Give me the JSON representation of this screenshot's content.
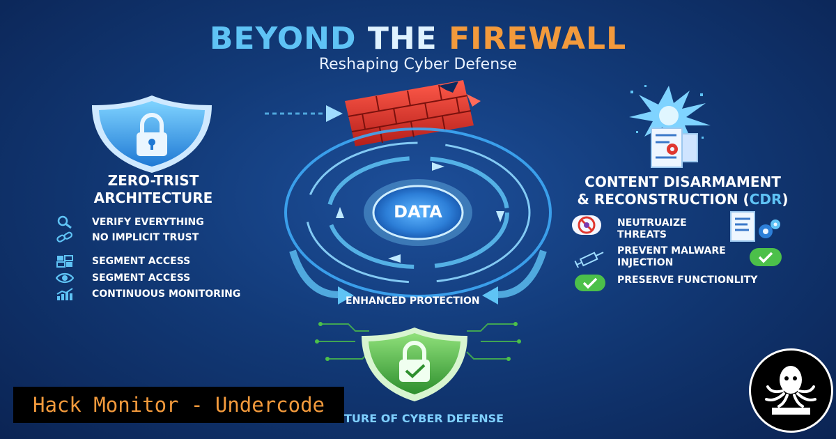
{
  "title": {
    "part1": "BEYOND ",
    "part2": "THE ",
    "part3": "FIREWALL"
  },
  "subtitle": "Reshaping Cyber Defense",
  "zero_trust": {
    "heading_line1": "ZERO-TRIST",
    "heading_line2": "ARCHITECTURE",
    "items": [
      {
        "label": "VERIFY EVERYTHING",
        "icon": "magnifier-icon"
      },
      {
        "label": "NO IMPLICIT TRUST",
        "icon": "chain-link-icon"
      },
      {
        "label": "SEGMENT ACCESS",
        "icon": "segments-icon"
      },
      {
        "label": "SEGMENT ACCESS",
        "icon": "eye-icon"
      },
      {
        "label": "CONTINUOUS MONITORING",
        "icon": "bar-chart-icon"
      }
    ]
  },
  "center": {
    "data_label": "DATA",
    "enhanced_label": "ENHANCED PROTECTION",
    "future_label": "TURE OF CYBER DEFENSE"
  },
  "cdr": {
    "heading_line1": "CONTENT DISARMAMENT",
    "heading_line2": "& RECONSTRUCTION (",
    "heading_acronym": "CDR",
    "heading_close": ")",
    "items": [
      {
        "line1": "NEUTRUAIZE",
        "line2": "THREATS",
        "icon": "no-virus-icon"
      },
      {
        "line1": "PREVENT MALWARE",
        "line2": "INJECTION",
        "icon": "syringe-icon"
      },
      {
        "line1": "PRESERVE FUNCTIONLITY",
        "line2": "",
        "icon": "checkmark-icon"
      }
    ]
  },
  "banner": "Hack Monitor - Undercode",
  "colors": {
    "title_blue": "#5fc3f5",
    "title_orange": "#f39a3c",
    "shield_blue": "#3aa6f0",
    "shield_green": "#4cc04a",
    "firewall_red": "#e0372f",
    "background": "#123a78"
  }
}
